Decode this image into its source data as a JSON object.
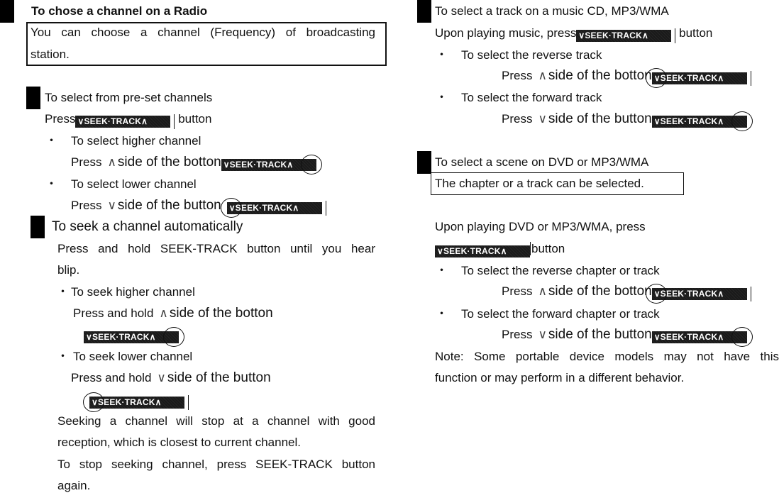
{
  "button_label": "∨SEEK·TRACK∧",
  "left": {
    "radio_title": "To chose a channel on a Radio",
    "radio_desc_line1": "You can choose a channel (Frequency) of broadcasting",
    "radio_desc_line2": "station.",
    "preset": {
      "title": "To select from pre-set channels",
      "press_pre": "Press",
      "press_post": "button",
      "bullet": "・",
      "higher_label": "To select higher channel",
      "higher_press": "Press",
      "higher_glyph": "∧",
      "higher_text": "side of the botton",
      "lower_label": "To select lower channel",
      "lower_press": "Press",
      "lower_glyph": "∨",
      "lower_text": "side of the button"
    },
    "seek": {
      "title": "To seek a channel automatically",
      "desc_line1": "Press and hold SEEK-TRACK button until you hear",
      "desc_line2": "blip.",
      "bullet": "・",
      "higher_label": "To seek higher channel",
      "higher_press": "Press and hold",
      "higher_glyph": "∧",
      "higher_text": "side of the botton",
      "lower_label": "To seek lower channel",
      "lower_press": "Press and hold",
      "lower_glyph": "∨",
      "lower_text": "side of the button",
      "stop_line1": "Seeking a channel will stop at a channel with good",
      "stop_line2": "reception, which is closest to current channel.",
      "again_line1": "To stop seeking channel, press SEEK-TRACK button",
      "again_line2": "again."
    }
  },
  "right": {
    "cd": {
      "title": "To select a track on a music CD, MP3/WMA",
      "press_pre": "Upon playing music, press",
      "press_post": "button",
      "bullet": "・",
      "reverse_label": "To select the reverse track",
      "reverse_press": "Press",
      "reverse_glyph": "∧",
      "reverse_text": "side of the botton",
      "forward_label": "To select the forward track",
      "forward_press": "Press",
      "forward_glyph": "∨",
      "forward_text": "side of the button"
    },
    "dvd": {
      "title": "To select a scene on DVD or MP3/WMA",
      "desc": "The chapter or a track can be selected.",
      "press_pre": "Upon playing DVD or MP3/WMA, press",
      "press_post": "button",
      "bullet": "・",
      "reverse_label": "To select the reverse chapter or track",
      "reverse_press": "Press",
      "reverse_glyph": "∧",
      "reverse_text": "side of the botton",
      "forward_label": "To select the forward chapter or track",
      "forward_press": "Press",
      "forward_glyph": "∨",
      "forward_text": "side of the button",
      "note_line1": "Note: Some portable device models may not have this",
      "note_line2": "function or may perform in a different behavior."
    }
  }
}
